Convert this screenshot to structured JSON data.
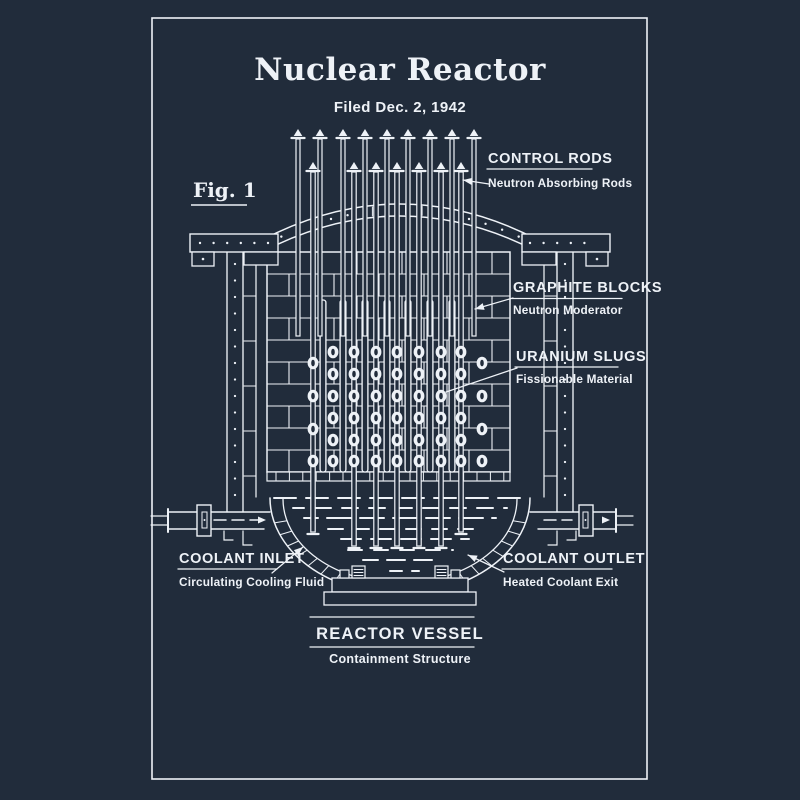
{
  "title": "Nuclear Reactor",
  "filed": "Filed Dec. 2, 1942",
  "figure": "Fig. 1",
  "callouts": {
    "control_rods": {
      "title": "CONTROL RODS",
      "subtitle": "Neutron Absorbing Rods"
    },
    "graphite_blocks": {
      "title": "GRAPHITE BLOCKS",
      "subtitle": "Neutron Moderator"
    },
    "uranium_slugs": {
      "title": "URANIUM SLUGS",
      "subtitle": "Fissionable Material"
    },
    "coolant_inlet": {
      "title": "COOLANT INLET",
      "subtitle": "Circulating Cooling Fluid"
    },
    "coolant_outlet": {
      "title": "COOLANT OUTLET",
      "subtitle": "Heated Coolant Exit"
    },
    "reactor_vessel": {
      "title": "REACTOR VESSEL",
      "subtitle": "Containment Structure"
    }
  },
  "colors": {
    "background": "#212c3b",
    "ink": "#eef2f7"
  }
}
